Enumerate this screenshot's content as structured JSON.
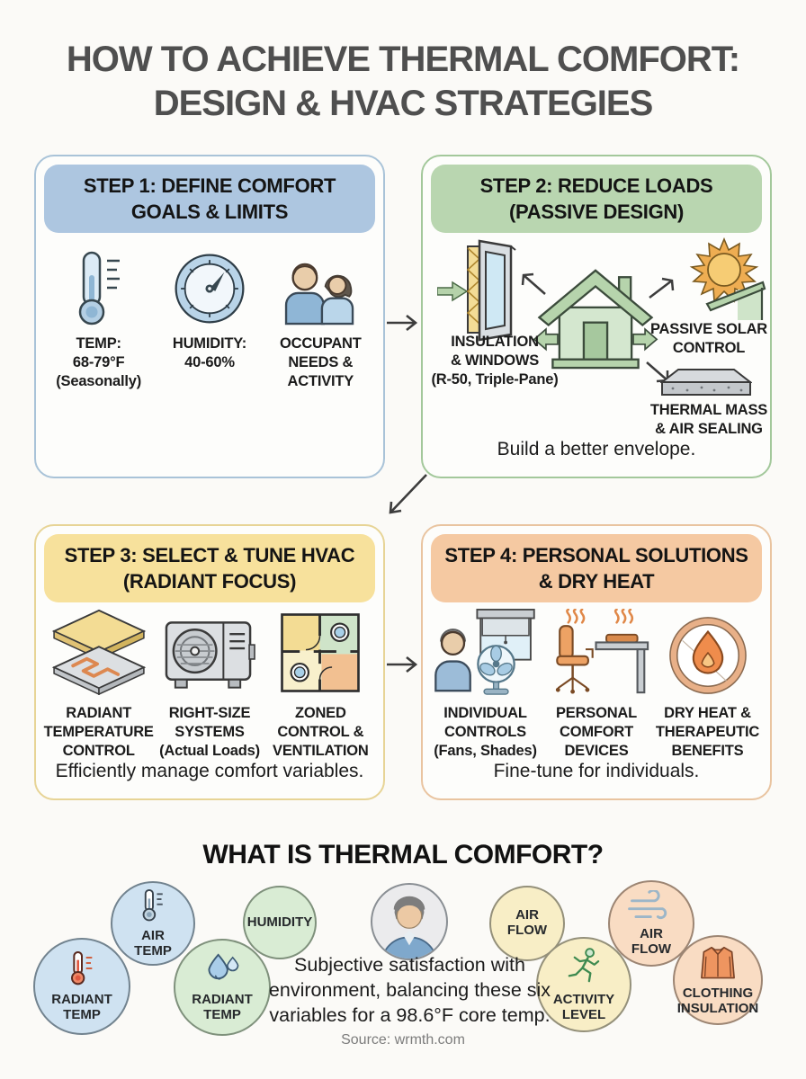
{
  "page": {
    "title": "HOW TO ACHIEVE THERMAL COMFORT:\nDESIGN & HVAC STRATEGIES",
    "bottom_title": "WHAT IS THERMAL COMFORT?",
    "description": "Subjective satisfaction with\nenvironment, balancing these six\nvariables for a 98.6°F core temp.",
    "source": "Source: wrmth.com"
  },
  "colors": {
    "step1_accent": "#adc6e0",
    "step2_accent": "#b9d6b0",
    "step3_accent": "#f7e19c",
    "step4_accent": "#f5c9a2",
    "factor_blue": "#cfe2f1",
    "factor_green": "#d9ecd4",
    "factor_yellow": "#f8eec6",
    "factor_peach": "#f9dcc3"
  },
  "steps": [
    {
      "header": "STEP 1: DEFINE COMFORT\nGOALS & LIMITS",
      "items": [
        {
          "icon": "thermometer-icon",
          "label": "TEMP:\n68-79°F\n(Seasonally)"
        },
        {
          "icon": "humidity-gauge-icon",
          "label": "HUMIDITY:\n40-60%"
        },
        {
          "icon": "occupants-icon",
          "label": "OCCUPANT\nNEEDS &\nACTIVITY"
        }
      ],
      "footer": ""
    },
    {
      "header": "STEP 2: REDUCE LOADS\n(PASSIVE DESIGN)",
      "items": [
        {
          "icon": "insulated-wall-window-icon",
          "label": "INSULATION\n& WINDOWS\n(R-50, Triple-Pane)"
        },
        {
          "icon": "passive-house-icon",
          "label": ""
        },
        {
          "icon": "sun-overhang-icon",
          "label": "PASSIVE SOLAR\nCONTROL"
        },
        {
          "icon": "thermal-mass-icon",
          "label": "THERMAL MASS\n& AIR SEALING"
        }
      ],
      "footer": "Build a better envelope."
    },
    {
      "header": "STEP 3: SELECT & TUNE HVAC\n(RADIANT FOCUS)",
      "items": [
        {
          "icon": "radiant-floor-icon",
          "label": "RADIANT\nTEMPERATURE\nCONTROL"
        },
        {
          "icon": "heat-pump-icon",
          "label": "RIGHT-SIZE\nSYSTEMS\n(Actual Loads)"
        },
        {
          "icon": "zoned-floorplan-icon",
          "label": "ZONED\nCONTROL &\nVENTILATION"
        }
      ],
      "footer": "Efficiently manage comfort variables."
    },
    {
      "header": "STEP 4: PERSONAL SOLUTIONS\n& DRY HEAT",
      "items": [
        {
          "icon": "person-fan-shade-icon",
          "label": "INDIVIDUAL\nCONTROLS\n(Fans, Shades)"
        },
        {
          "icon": "heated-chair-desk-icon",
          "label": "PERSONAL\nCOMFORT\nDEVICES"
        },
        {
          "icon": "flame-circle-icon",
          "label": "DRY HEAT &\nTHERAPEUTIC\nBENEFITS"
        }
      ],
      "footer": "Fine-tune for individuals."
    }
  ],
  "factors": [
    {
      "icon": "radiant-thermometer-icon",
      "label": "RADIANT\nTEMP"
    },
    {
      "icon": "air-thermometer-icon",
      "label": "AIR\nTEMP"
    },
    {
      "icon": "water-drops-icon",
      "label": "RADIANT\nTEMP"
    },
    {
      "icon": "none",
      "label": "HUMIDITY"
    },
    {
      "icon": "none",
      "label": "AIR\nFLOW"
    },
    {
      "icon": "running-person-icon",
      "label": "ACTIVITY\nLEVEL"
    },
    {
      "icon": "wind-icon",
      "label": "AIR\nFLOW"
    },
    {
      "icon": "clothing-jacket-icon",
      "label": "CLOTHING\nINSULATION"
    }
  ]
}
